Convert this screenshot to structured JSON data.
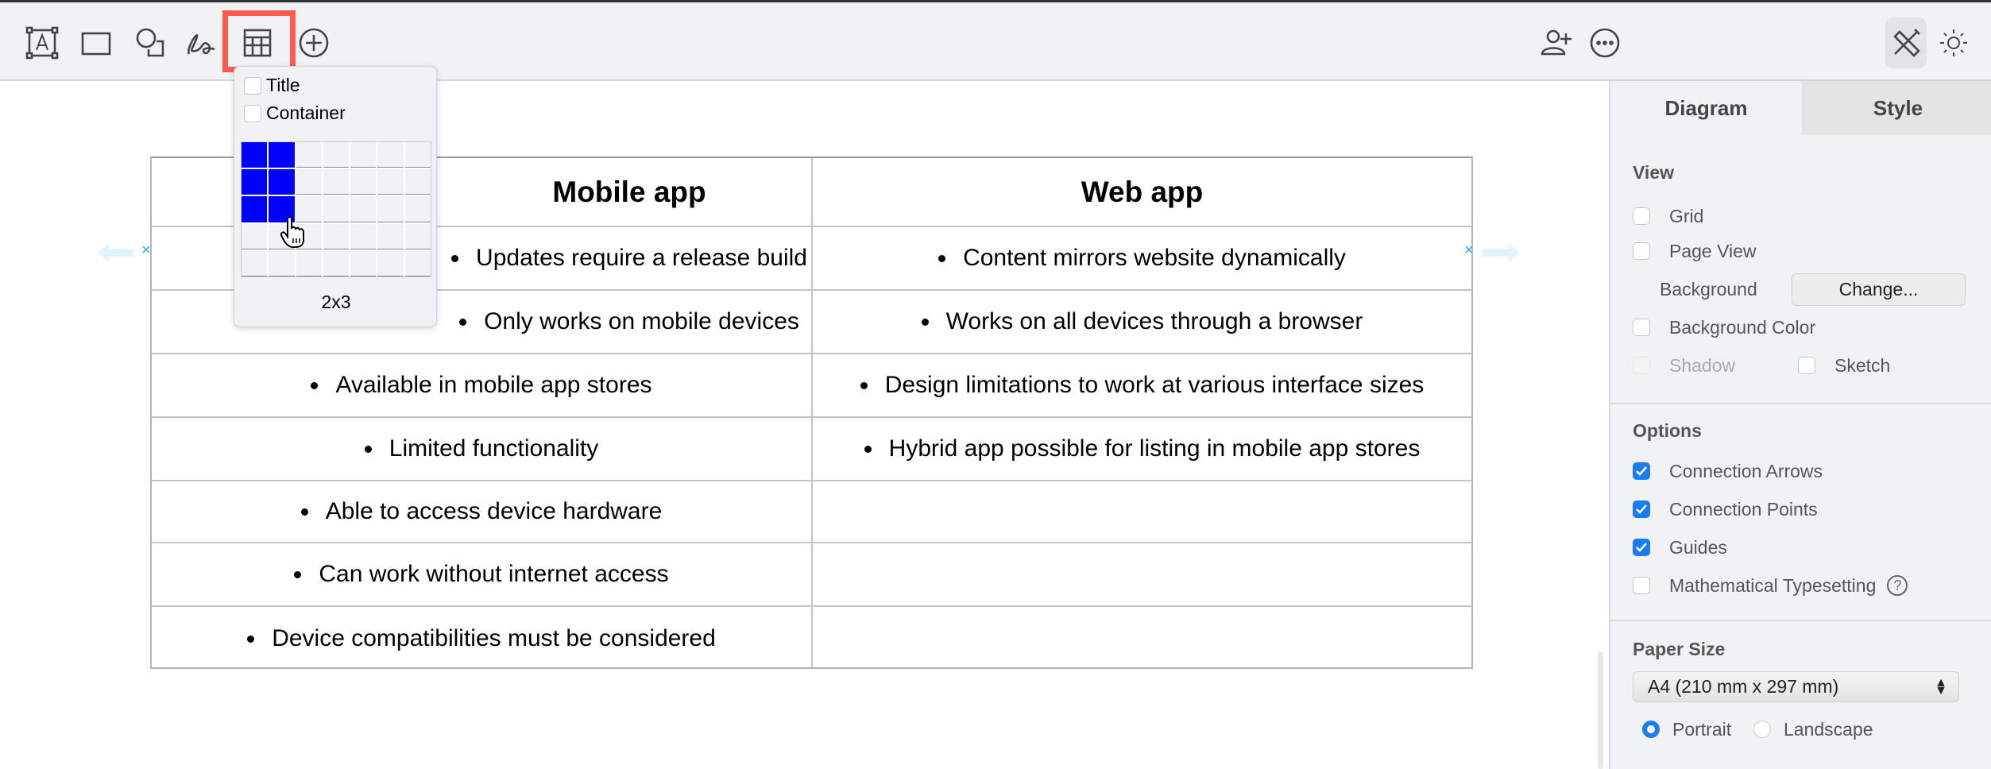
{
  "toolbar": {
    "left_icons": [
      "text-icon",
      "rectangle-icon",
      "shapes-icon",
      "freehand-icon",
      "table-icon",
      "add-icon"
    ],
    "right_icons": [
      "add-user-icon",
      "more-icon",
      "format-icon",
      "theme-icon"
    ],
    "highlight_color": "#ff5a4f"
  },
  "table_popup": {
    "title_label": "Title",
    "title_checked": false,
    "container_label": "Container",
    "container_checked": false,
    "grid_columns": 7,
    "grid_rows": 5,
    "selected_columns": 2,
    "selected_rows": 3,
    "size_label": "2x3",
    "selection_color": "#0000ff"
  },
  "table": {
    "headers": [
      "Mobile app",
      "Web app"
    ],
    "rows": [
      [
        "Updates require a release build",
        "Content mirrors website dynamically"
      ],
      [
        "Only works on mobile devices",
        "Works on all devices through a browser"
      ],
      [
        "Available in mobile app stores",
        "Design limitations to work at various interface sizes"
      ],
      [
        "Limited functionality",
        "Hybrid app possible for listing in mobile app stores"
      ],
      [
        "Able to access device hardware",
        ""
      ],
      [
        "Can work without internet access",
        ""
      ],
      [
        "Device compatibilities must be considered",
        ""
      ]
    ]
  },
  "panel": {
    "tabs": [
      "Diagram",
      "Style"
    ],
    "view": {
      "heading": "View",
      "grid": "Grid",
      "page_view": "Page View",
      "background": "Background",
      "change_button": "Change...",
      "background_color": "Background Color",
      "shadow": "Shadow",
      "sketch": "Sketch"
    },
    "options": {
      "heading": "Options",
      "connection_arrows": "Connection Arrows",
      "connection_points": "Connection Points",
      "guides": "Guides",
      "math": "Mathematical Typesetting",
      "help": "?"
    },
    "paper": {
      "heading": "Paper Size",
      "selected": "A4 (210 mm x 297 mm)",
      "portrait": "Portrait",
      "landscape": "Landscape",
      "orientation": "Portrait"
    },
    "accent_color": "#1a7cf5"
  }
}
